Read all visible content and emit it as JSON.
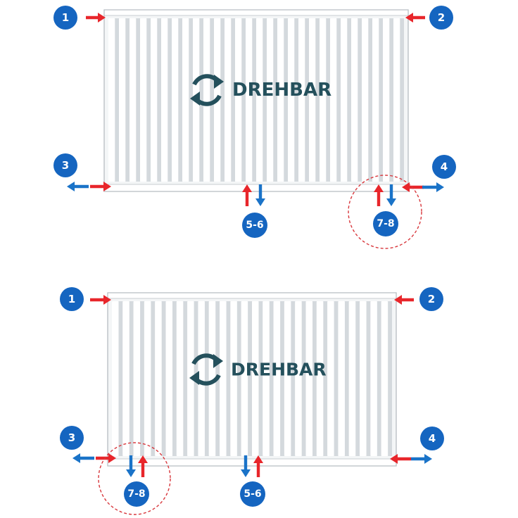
{
  "colors": {
    "badge": "#1565c0",
    "supply": "#e8262b",
    "return": "#1a73c8",
    "brand": "#24505c",
    "highlight": "#d8373c",
    "panel_fill": "#f4f6f7",
    "panel_edge": "#c9ced2",
    "fin_light": "#ffffff",
    "fin_shadow": "#d4d9dd"
  },
  "brand": {
    "text": "DREHBAR",
    "icon": "rotate-arrows-icon"
  },
  "diagrams": [
    {
      "id": "top",
      "connections": [
        {
          "label": "1",
          "role": "inlet-top-left"
        },
        {
          "label": "2",
          "role": "inlet-top-right"
        },
        {
          "label": "3",
          "role": "bottom-left"
        },
        {
          "label": "4",
          "role": "bottom-right"
        },
        {
          "label": "5-6",
          "role": "bottom-center"
        },
        {
          "label": "7-8",
          "role": "bottom-right-highlighted"
        }
      ]
    },
    {
      "id": "bottom",
      "connections": [
        {
          "label": "1",
          "role": "inlet-top-left"
        },
        {
          "label": "2",
          "role": "inlet-top-right"
        },
        {
          "label": "3",
          "role": "bottom-left"
        },
        {
          "label": "4",
          "role": "bottom-right"
        },
        {
          "label": "5-6",
          "role": "bottom-center"
        },
        {
          "label": "7-8",
          "role": "bottom-left-highlighted"
        }
      ]
    }
  ]
}
